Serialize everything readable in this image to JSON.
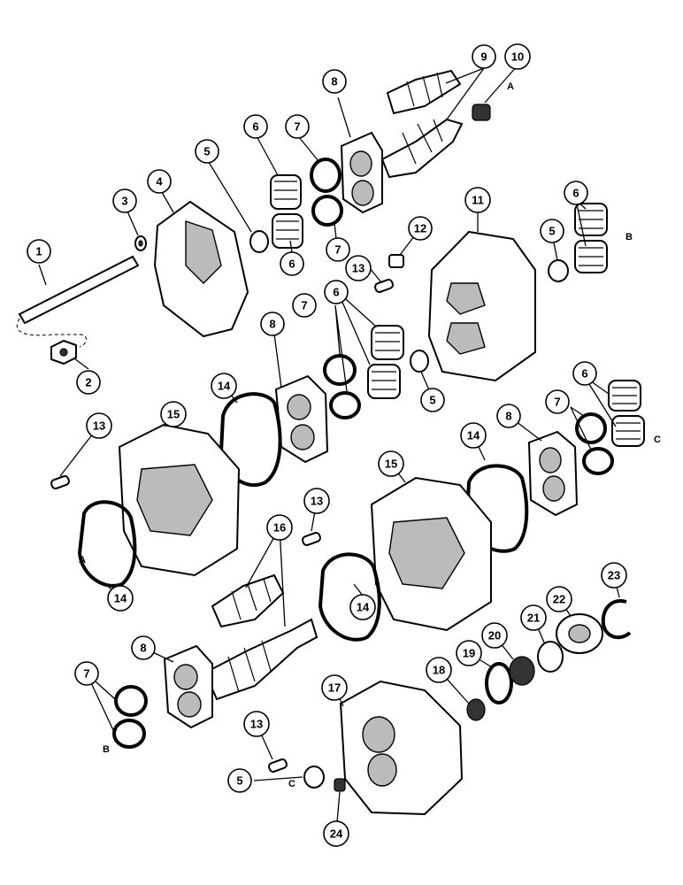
{
  "callouts": {
    "c1": "1",
    "c2": "2",
    "c3": "3",
    "c4": "4",
    "c5a": "5",
    "c5b": "5",
    "c5c": "5",
    "c5d": "5",
    "c6a": "6",
    "c6b": "6",
    "c6c": "6",
    "c6d": "6",
    "c6e": "6",
    "c7a": "7",
    "c7b": "7",
    "c7c": "7",
    "c7d": "7",
    "c7e": "7",
    "c8a": "8",
    "c8b": "8",
    "c8c": "8",
    "c8d": "8",
    "c9": "9",
    "c10": "10",
    "c11": "11",
    "c12": "12",
    "c13a": "13",
    "c13b": "13",
    "c13c": "13",
    "c13d": "13",
    "c14a": "14",
    "c14b": "14",
    "c14c": "14",
    "c14d": "14",
    "c15a": "15",
    "c15b": "15",
    "c16": "16",
    "c17": "17",
    "c18": "18",
    "c19": "19",
    "c20": "20",
    "c21": "21",
    "c22": "22",
    "c23": "23",
    "c24": "24"
  },
  "letters": {
    "a1": "A",
    "a2": "A",
    "b1": "B",
    "b2": "B",
    "cc1": "C",
    "cc2": "C"
  }
}
